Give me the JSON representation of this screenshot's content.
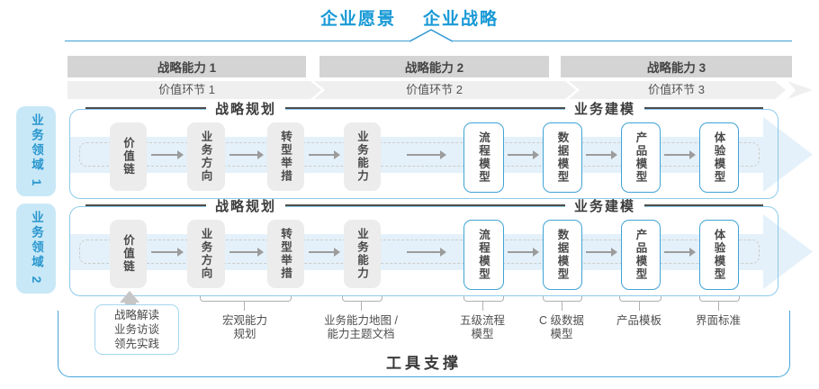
{
  "colors": {
    "accent_blue": "#1799d6",
    "row_border_blue": "#8ecbe9",
    "footer_border_blue": "#45a5da",
    "band_light_blue": "#e4f1fa",
    "capability_bar_gray": "#d4d4d4",
    "value_band_gray": "#efefef",
    "gray_box_fill": "#ececec",
    "model_box_border": "#3fa3d6",
    "domain_label_bg": "#c9e8f7",
    "domain_label_text": "#2a97cf"
  },
  "top": {
    "vision": "企业愿景",
    "strategy": "企业战略"
  },
  "capabilities": [
    "战略能力 1",
    "战略能力 2",
    "战略能力 3"
  ],
  "value_links": [
    "价值环节 1",
    "价值环节 2",
    "价值环节 3"
  ],
  "domains": [
    "业务领域 1",
    "业务领域 2"
  ],
  "rows": [
    {
      "planning_header": "战略规划",
      "modeling_header": "业务建模",
      "gray_boxes": [
        "价值链",
        "业务方向",
        "转型举措",
        "业务能力"
      ],
      "model_boxes": [
        "流程模型",
        "数据模型",
        "产品模型",
        "体验模型"
      ]
    },
    {
      "planning_header": "战略规划",
      "modeling_header": "业务建模",
      "gray_boxes": [
        "价值链",
        "业务方向",
        "转型举措",
        "业务能力"
      ],
      "model_boxes": [
        "流程模型",
        "数据模型",
        "产品模型",
        "体验模型"
      ]
    }
  ],
  "annotations": {
    "input_box": [
      "战略解读",
      "业务访谈",
      "领先实践"
    ],
    "items": [
      "宏观能力\n规划",
      "业务能力地图 /\n能力主题文档",
      "五级流程\n模型",
      "C 级数据\n模型",
      "产品模板",
      "界面标准"
    ]
  },
  "footer": {
    "label": "工具支撑"
  }
}
